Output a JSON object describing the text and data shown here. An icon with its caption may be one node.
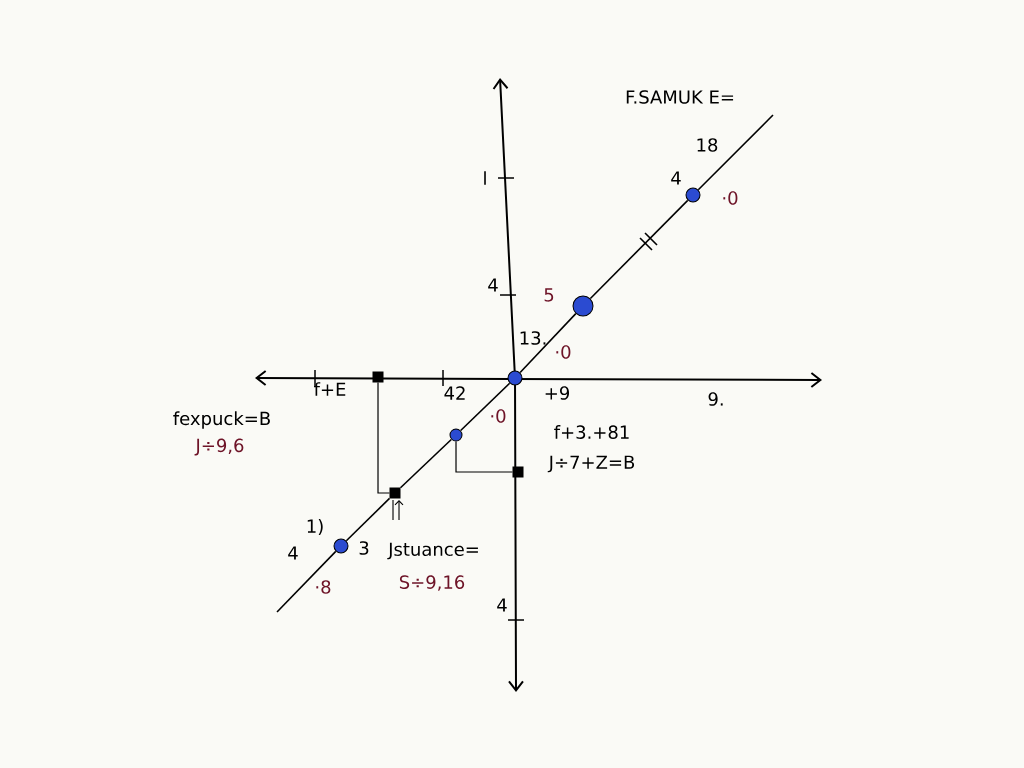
{
  "diagram": {
    "nodes": [
      {
        "text": [],
        "shape": "circle"
      },
      {
        "text": [],
        "shape": "box"
      },
      {
        "text": [],
        "shape": "circle"
      },
      {
        "text": [],
        "shape": "circle"
      },
      {
        "text": [],
        "shape": "circle"
      },
      {
        "text": [],
        "shape": "circle"
      },
      {
        "text": [],
        "shape": "box"
      },
      {
        "text": [],
        "shape": "box"
      }
    ],
    "edges": [
      {
        "from": null,
        "to": 0,
        "arrow": "none"
      },
      {
        "from": 0,
        "to": 1,
        "arrow": "none"
      },
      {
        "from": 1,
        "to": 2,
        "arrow": "none"
      },
      {
        "from": 2,
        "to": 3,
        "arrow": "none"
      },
      {
        "from": 3,
        "to": 4,
        "arrow": "none"
      },
      {
        "from": 4,
        "to": 5,
        "arrow": "none"
      },
      {
        "from": 5,
        "to": null,
        "arrow": "none"
      },
      {
        "from": 6,
        "to": 1,
        "arrow": "none"
      },
      {
        "from": 2,
        "to": 7,
        "arrow": "none"
      }
    ],
    "labels": [
      "F.SAMUK E=",
      "18",
      "l",
      "4",
      "·0",
      "4",
      "5",
      "13.",
      "·0",
      "f+E",
      "42",
      "+9",
      "9.",
      "·0",
      "fexpuck=B",
      "J÷9,6",
      "f+3.+81",
      "J÷7+Z=B",
      "1)",
      "4",
      "3",
      "Jstuance=",
      "S÷9,16",
      "·8",
      "4"
    ]
  }
}
